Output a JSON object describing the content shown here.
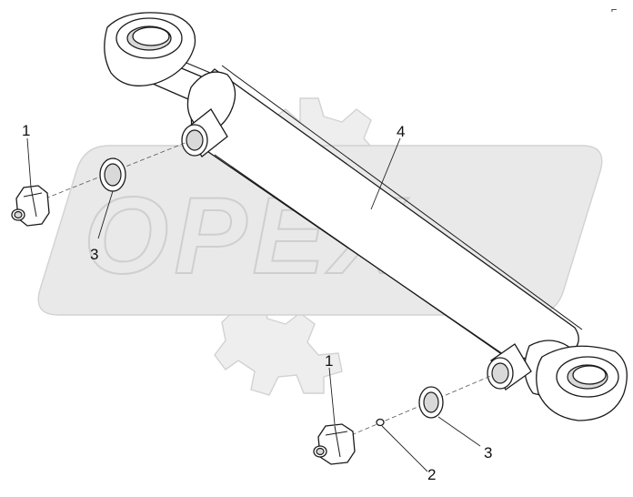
{
  "watermark": {
    "text": "OPEX"
  },
  "corner_mark": "⌐",
  "callouts": [
    {
      "id": "c1-top",
      "label": "1"
    },
    {
      "id": "c3-top",
      "label": "3"
    },
    {
      "id": "c4",
      "label": "4"
    },
    {
      "id": "c1-bottom",
      "label": "1"
    },
    {
      "id": "c3-bottom",
      "label": "3"
    },
    {
      "id": "c2",
      "label": "2"
    }
  ]
}
